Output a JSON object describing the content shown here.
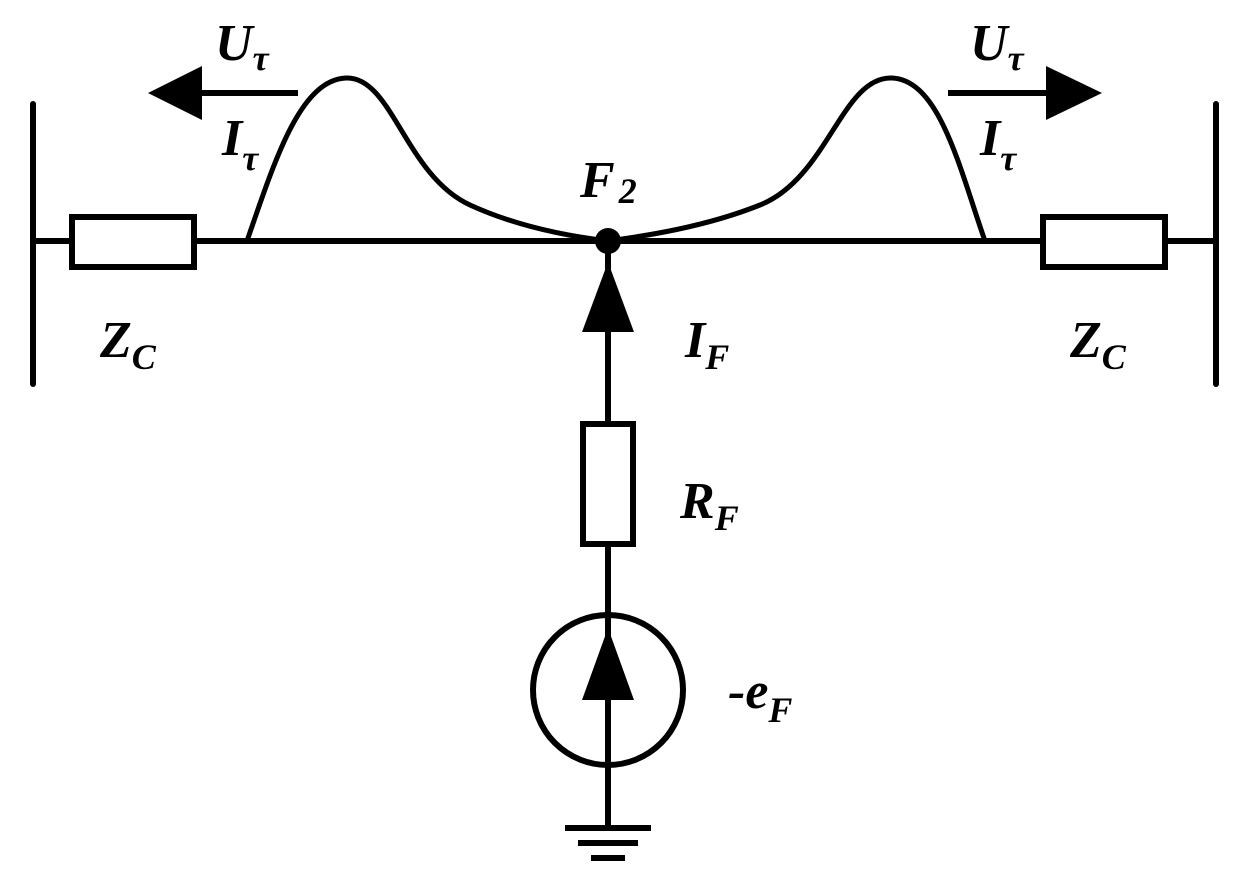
{
  "labels": {
    "fault_point": {
      "main": "F",
      "sub": "2"
    },
    "voltage_wave_left": {
      "main": "U",
      "sub": "τ"
    },
    "voltage_wave_right": {
      "main": "U",
      "sub": "τ"
    },
    "current_wave_left": {
      "main": "I",
      "sub": "τ"
    },
    "current_wave_right": {
      "main": "I",
      "sub": "τ"
    },
    "impedance_left": {
      "main": "Z",
      "sub": "C"
    },
    "impedance_right": {
      "main": "Z",
      "sub": "C"
    },
    "fault_current": {
      "main": "I",
      "sub": "F"
    },
    "fault_resistance": {
      "main": "R",
      "sub": "F"
    },
    "source": {
      "main": "-e",
      "sub": "F"
    }
  },
  "colors": {
    "stroke": "#000000",
    "background": "#ffffff"
  }
}
